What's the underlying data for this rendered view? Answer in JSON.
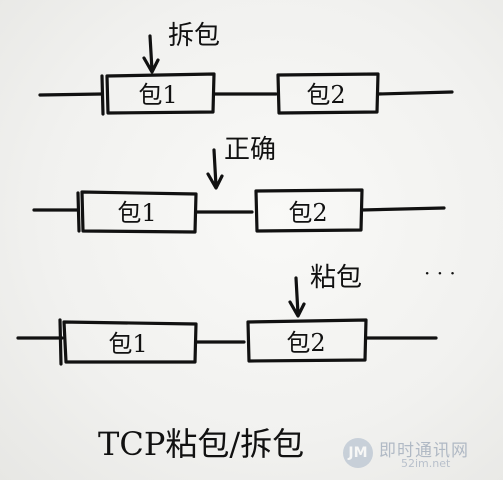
{
  "diagram": {
    "rows": [
      {
        "packets": [
          "包1",
          "包2"
        ],
        "annotation": "拆包"
      },
      {
        "packets": [
          "包1",
          "包2"
        ],
        "annotation": "正确"
      },
      {
        "packets": [
          "包1",
          "包2"
        ],
        "annotation": "粘包",
        "ellipsis": "· · ·"
      }
    ],
    "caption": "TCP粘包/拆包"
  },
  "watermark": {
    "logo_text": "JM",
    "title": "即时通讯网",
    "url": "52im.net"
  }
}
